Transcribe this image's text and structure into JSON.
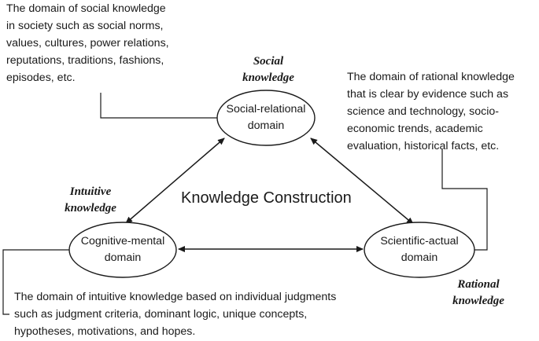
{
  "center_title": "Knowledge Construction",
  "nodes": {
    "social": {
      "line1": "Social-relational",
      "line2": "domain"
    },
    "cognitive": {
      "line1": "Cognitive-mental",
      "line2": "domain"
    },
    "scientific": {
      "line1": "Scientific-actual",
      "line2": "domain"
    }
  },
  "tags": {
    "social": {
      "line1": "Social",
      "line2": "knowledge"
    },
    "intuitive": {
      "line1": "Intuitive",
      "line2": "knowledge"
    },
    "rational": {
      "line1": "Rational",
      "line2": "knowledge"
    }
  },
  "descriptions": {
    "social": [
      "The domain of social knowledge",
      "in society such as social norms,",
      "values, cultures, power relations,",
      "reputations, traditions, fashions,",
      "episodes, etc."
    ],
    "rational": [
      "The domain of rational knowledge",
      "that is clear by evidence such as",
      "science and technology, socio-",
      "economic trends, academic",
      "evaluation, historical facts, etc."
    ],
    "intuitive": [
      "The domain of intuitive knowledge based on individual judgments",
      "such as judgment criteria, dominant logic, unique concepts,",
      "hypotheses, motivations, and hopes."
    ]
  }
}
